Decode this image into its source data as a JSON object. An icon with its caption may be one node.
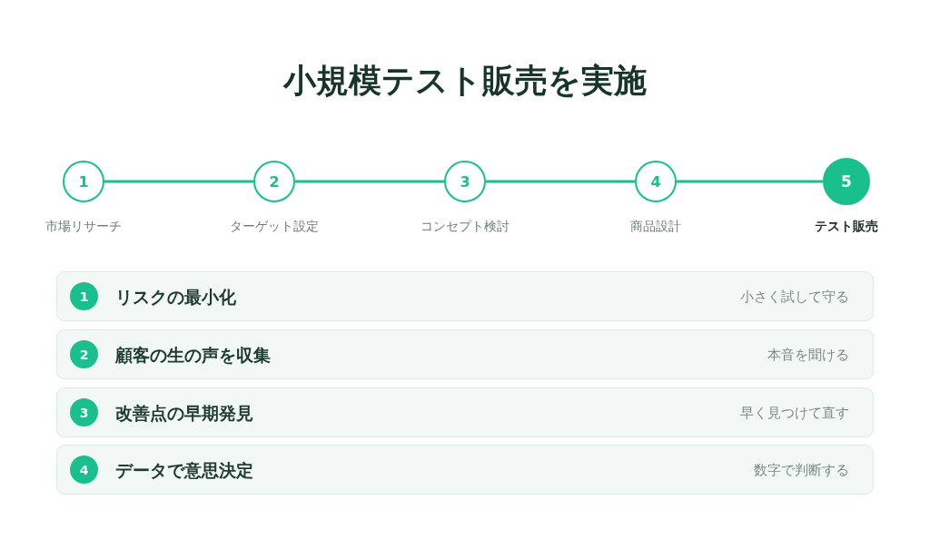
{
  "diagram": {
    "title": "小規模テスト販売を実施",
    "nodes": [
      {
        "text": [
          "1"
        ],
        "beside": [
          "市場リサーチ"
        ]
      },
      {
        "text": [
          "2"
        ],
        "beside": [
          "ターゲット設定"
        ]
      },
      {
        "text": [
          "3"
        ],
        "beside": [
          "コンセプト検討"
        ]
      },
      {
        "text": [
          "4"
        ],
        "beside": [
          "商品設計"
        ]
      },
      {
        "text": [
          "5"
        ],
        "beside": [
          "テスト販売"
        ]
      },
      {
        "text": [
          "リスクの最小化",
          "小さく試して守る"
        ]
      },
      {
        "text": [
          "1"
        ],
        "in": 5
      },
      {
        "text": [
          "顧客の生の声を収集",
          "本音を聞ける"
        ]
      },
      {
        "text": [
          "2"
        ],
        "in": 7
      },
      {
        "text": [
          "改善点の早期発見",
          "早く見つけて直す"
        ]
      },
      {
        "text": [
          "3"
        ],
        "in": 9
      },
      {
        "text": [
          "データで意思決定",
          "数字で判断する"
        ]
      },
      {
        "text": [
          "4"
        ],
        "in": 11
      }
    ],
    "edges": [
      {
        "from": 0,
        "to": 1,
        "arrow": "none"
      },
      {
        "from": 1,
        "to": 2,
        "arrow": "none"
      },
      {
        "from": 2,
        "to": 3,
        "arrow": "none"
      },
      {
        "from": 3,
        "to": 4,
        "arrow": "none"
      }
    ]
  }
}
